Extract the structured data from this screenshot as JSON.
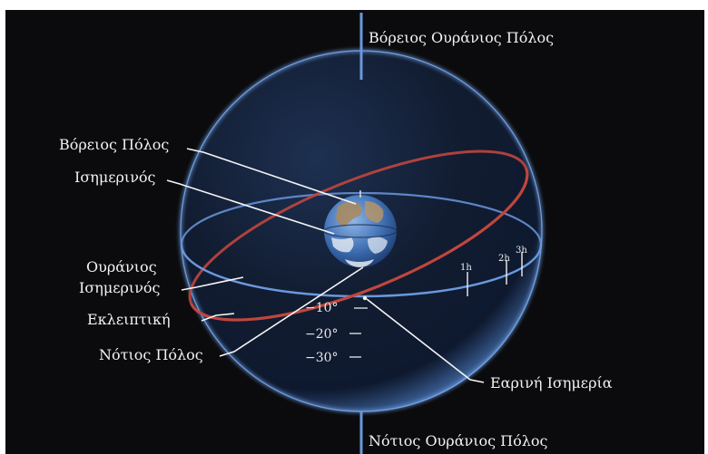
{
  "labels": {
    "north_celestial_pole": "Βόρειος Ουράνιος Πόλος",
    "north_pole": "Βόρειος Πόλος",
    "equator": "Ισημερινός",
    "celestial_equator_line1": "Ουράνιος",
    "celestial_equator_line2": "Ισημερινός",
    "ecliptic": "Εκλειπτική",
    "south_pole": "Νότιος Πόλος",
    "vernal_equinox": "Εαρινή Ισημερία",
    "south_celestial_pole": "Νότιος Ουράνιος Πόλος"
  },
  "declination_ticks": [
    "−10°",
    "−20°",
    "−30°"
  ],
  "hour_ticks": [
    "1h",
    "2h",
    "3h"
  ],
  "colors": {
    "background": "#0b0b0d",
    "sphere_edge": "#5f8fd6",
    "celestial_equator": "#6a98dd",
    "ecliptic": "#c0463e",
    "leader_lines": "#f5f5f5"
  }
}
